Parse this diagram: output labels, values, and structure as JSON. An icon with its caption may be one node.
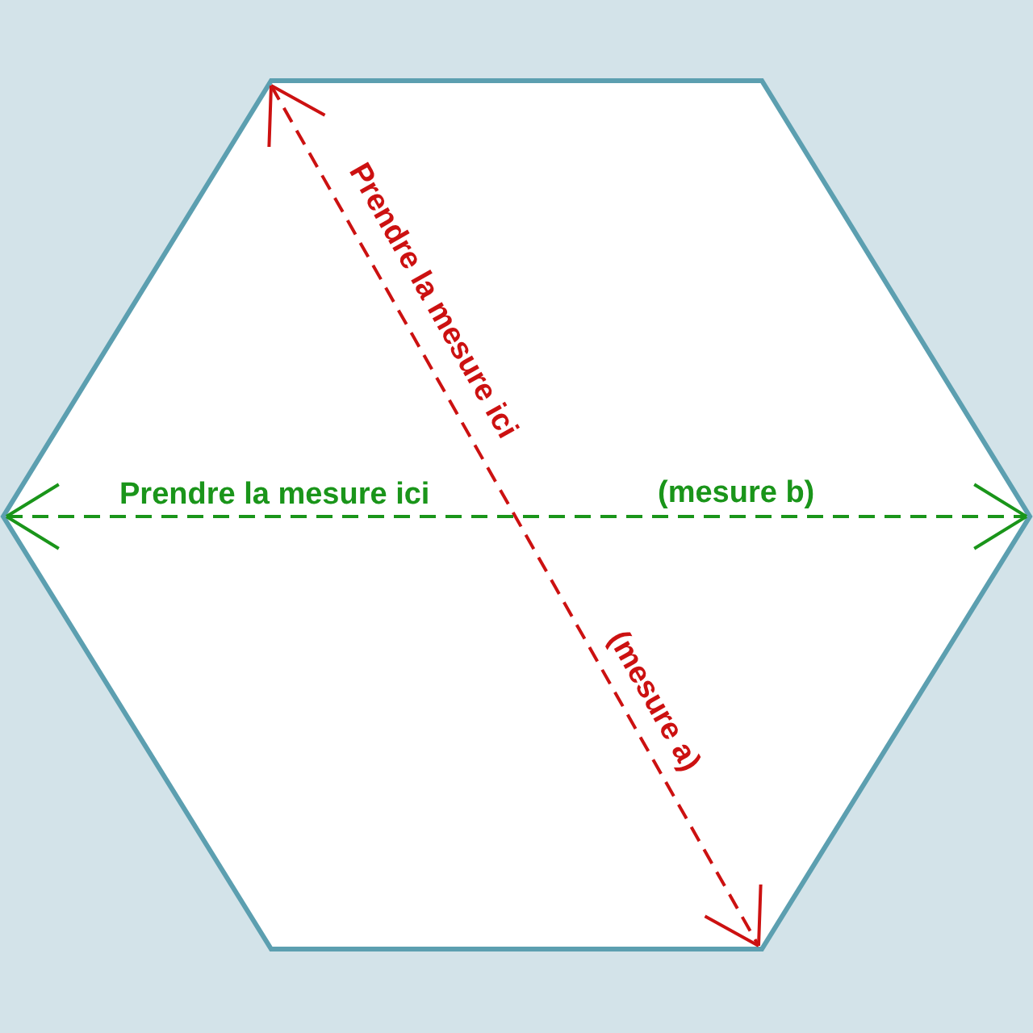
{
  "diagram": {
    "labels": [
      "Prendre la mesure ici",
      "Prendre la mesure ici",
      "(mesure b)",
      "(mesure a)"
    ]
  }
}
